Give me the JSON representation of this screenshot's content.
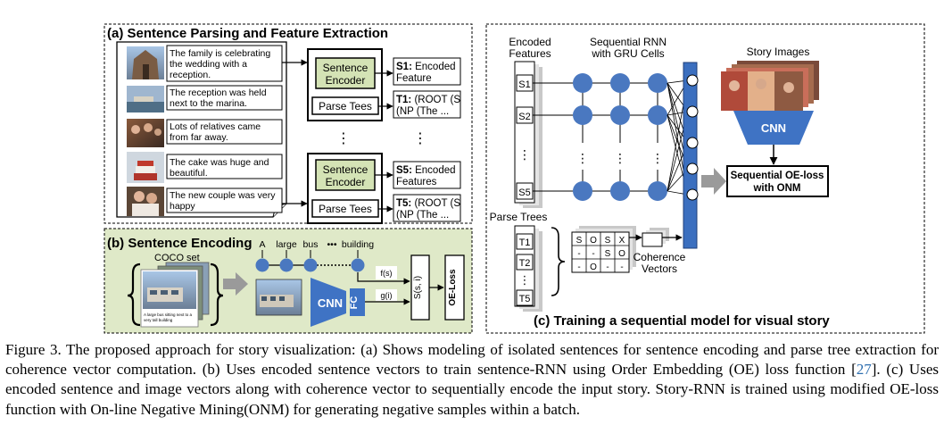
{
  "panel_a": {
    "title": "(a) Sentence Parsing and Feature Extraction",
    "sentences": [
      [
        "The family is celebrating",
        "the wedding with a",
        "reception."
      ],
      [
        "The reception was held",
        "next to the marina."
      ],
      [
        "Lots of relatives came",
        "from far away."
      ],
      [
        "The cake was huge and",
        "beautiful."
      ],
      [
        "The new couple was very",
        "happy"
      ]
    ],
    "sentence_encoder": [
      "Sentence",
      "Encoder"
    ],
    "parse_tees": "Parse Tees",
    "dots": "⋮",
    "outputs_top": {
      "s_label": "S1:",
      "s_text": [
        "Encoded",
        "Feature"
      ],
      "t_label": "T1:",
      "t_text": [
        "(ROOT (S",
        "(NP (The ..."
      ]
    },
    "outputs_bottom": {
      "s_label": "S5:",
      "s_text": [
        "Encoded",
        "Features"
      ],
      "t_label": "T5:",
      "t_text": [
        "(ROOT (S",
        "(NP (The ..."
      ]
    }
  },
  "panel_b": {
    "title": "(b) Sentence Encoding",
    "coco": "COCO set",
    "words": [
      "A",
      "large",
      "bus",
      "•••",
      "building"
    ],
    "f_label": "f(s)",
    "g_label": "g(i)",
    "s_label": "S(s, i)",
    "cnn": "CNN",
    "fc": "FC",
    "oe_loss": "OE-Loss",
    "image_caption": [
      "A large bus sitting next to a",
      "very tall building"
    ]
  },
  "panel_c": {
    "title": "(c) Training a sequential model for visual story",
    "encoded_features": [
      "Encoded",
      "Features"
    ],
    "rnn_label": [
      "Sequential RNN",
      "with GRU Cells"
    ],
    "story_images": "Story Images",
    "s_nodes": [
      "S1",
      "S2",
      "⋮",
      "S5"
    ],
    "parse_trees": "Parse Trees",
    "t_nodes": [
      "T1",
      "T2",
      "⋮",
      "T5"
    ],
    "grid": [
      [
        "S",
        "O",
        "S",
        "X"
      ],
      [
        "-",
        "-",
        "S",
        "O"
      ],
      [
        "-",
        "O",
        "-",
        "-"
      ]
    ],
    "coherence": [
      "Coherence",
      "Vectors"
    ],
    "cnn": "CNN",
    "loss_box": [
      "Sequential OE-loss",
      "with ONM"
    ]
  },
  "caption": {
    "text_1": "Figure 3. The proposed approach for story visualization: (a) Shows modeling of isolated sentences for sentence encoding and parse tree extraction for coherence vector computation. (b) Uses encoded sentence vectors to train sentence-RNN using Order Embedding (OE) loss function [",
    "cite": "27",
    "text_2": "]. (c) Uses encoded sentence and image vectors along with coherence vector to sequentially encode the input story. Story-RNN is trained using modified OE-loss function with On-line Negative Mining(ONM) for generating negative samples within a batch."
  },
  "colors": {
    "node_blue": "#4a78c0",
    "bar_blue": "#3b6fbf",
    "encoder_green": "#d4e3b5",
    "panel_b_bg": "#dfe9c8",
    "cnn_blue": "#3f73c4",
    "arrow_gray": "#9a9a9a"
  }
}
